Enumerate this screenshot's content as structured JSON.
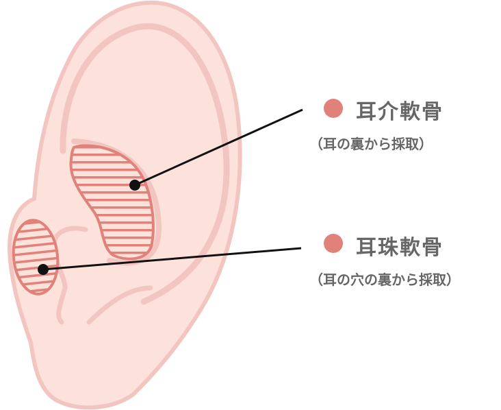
{
  "colors": {
    "skin": "#fde2dc",
    "skin_line": "#f3c5c0",
    "cartilage": "#e0827a",
    "pointer": "#111111",
    "text": "#666666"
  },
  "labels": [
    {
      "title": "耳介軟骨",
      "subtitle": "（耳の裏から採取）"
    },
    {
      "title": "耳珠軟骨",
      "subtitle": "（耳の穴の裏から採取）"
    }
  ]
}
